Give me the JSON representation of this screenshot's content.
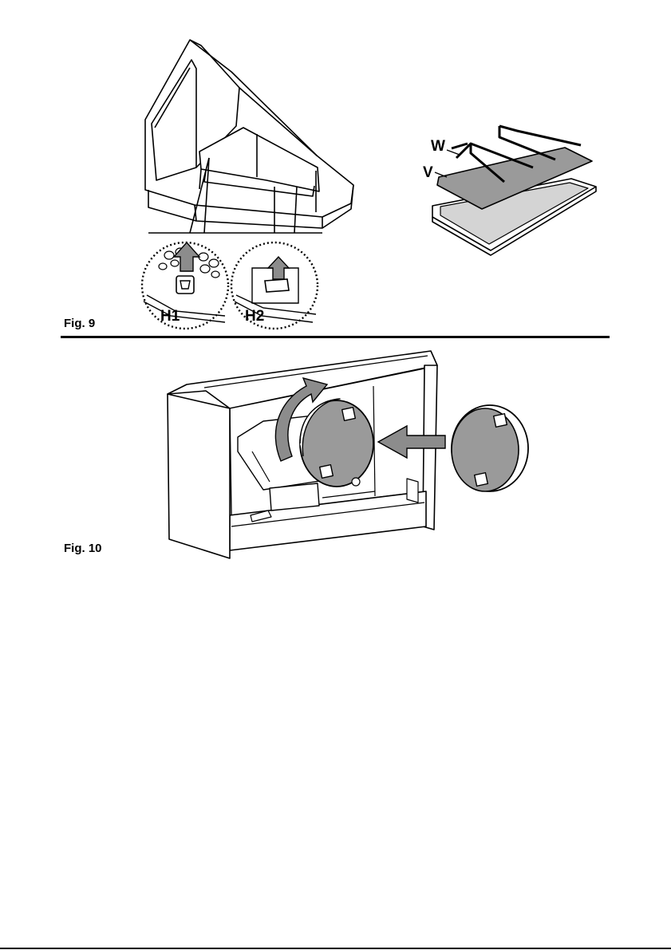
{
  "figure9": {
    "caption": "Fig. 9",
    "labels": {
      "h1": "H1",
      "h2": "H2",
      "w": "W",
      "v": "V"
    }
  },
  "figure10": {
    "caption": "Fig. 10"
  },
  "colors": {
    "line": "#000000",
    "filter_gray": "#9a9a9a",
    "arrow_gray": "#8c8c8c",
    "mesh_gray": "#cfcfcf"
  },
  "icons": [
    "arrow-up-icon",
    "rotate-arrow-icon",
    "insert-arrow-icon"
  ]
}
